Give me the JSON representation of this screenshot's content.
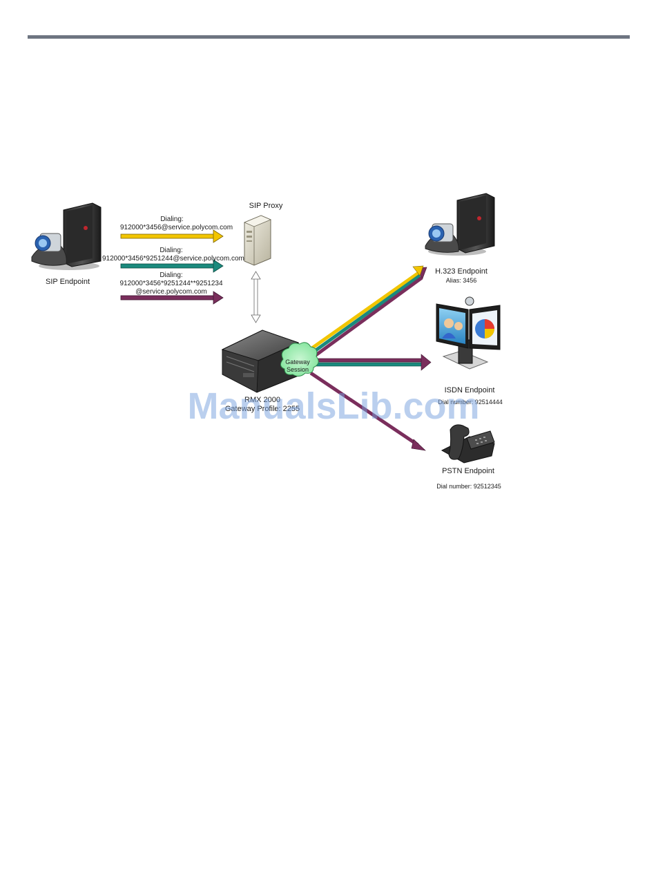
{
  "diagram": {
    "sip_endpoint": {
      "label": "SIP Endpoint"
    },
    "sip_proxy": {
      "label": "SIP Proxy"
    },
    "rmx": {
      "label_line1": "RMX 2000",
      "label_line2": "Gateway Profile: 2255"
    },
    "gateway_session": {
      "line1": "Gateway",
      "line2": "Session"
    },
    "dialing": [
      {
        "line1": "Dialing:",
        "line2": "912000*3456@service.polycom.com",
        "line3": "",
        "color": "#f2c500"
      },
      {
        "line1": "Dialing:",
        "line2": "912000*3456*9251244@service.polycom.com",
        "line3": "",
        "color": "#1a8a7d"
      },
      {
        "line1": "Dialing:",
        "line2": "912000*3456*9251244**9251234",
        "line3": "@service.polycom.com",
        "color": "#7a2e5c"
      }
    ],
    "h323_endpoint": {
      "label": "H.323 Endpoint",
      "sublabel": "Alias: 3456"
    },
    "isdn_endpoint": {
      "label": "ISDN Endpoint",
      "sublabel": "Dial number: 92514444"
    },
    "pstn_endpoint": {
      "label": "PSTN Endpoint",
      "sublabel": "Dial number: 92512345"
    }
  },
  "watermark": "ManualsLib.com",
  "colors": {
    "yellow": "#f2c500",
    "teal": "#1a8a7d",
    "purple": "#7a2e5c",
    "rule": "#6e7581"
  }
}
